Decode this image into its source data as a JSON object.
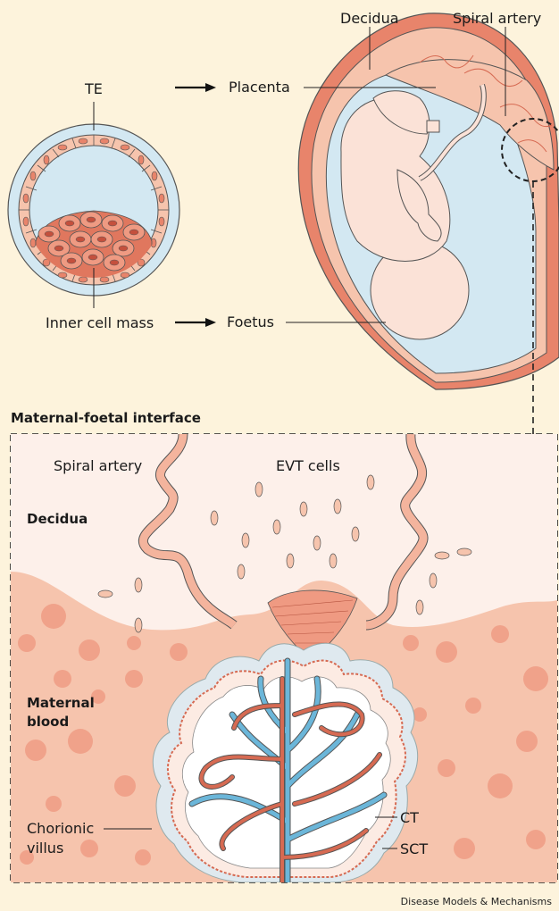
{
  "labels": {
    "te": "TE",
    "placenta": "Placenta",
    "inner_cell_mass": "Inner cell mass",
    "foetus": "Foetus",
    "decidua_top": "Decidua",
    "spiral_artery_top": "Spiral artery",
    "section_title": "Maternal-foetal interface",
    "spiral_artery_bottom": "Spiral artery",
    "evt_cells": "EVT cells",
    "decidua_bottom": "Decidua",
    "maternal_blood_1": "Maternal",
    "maternal_blood_2": "blood",
    "chorionic_villus_1": "Chorionic",
    "chorionic_villus_2": "villus",
    "ct": "CT",
    "sct": "SCT"
  },
  "footer": "Disease Models & Mechanisms",
  "colors": {
    "background": "#fdf3dc",
    "tissue_pink": "#f6c4ad",
    "tissue_dark": "#e8846b",
    "amnion_blue": "#d3e8f2",
    "fetus_fill": "#fbe2d7",
    "vessel_red": "#d66a52",
    "vessel_blue": "#6bb6d9"
  }
}
